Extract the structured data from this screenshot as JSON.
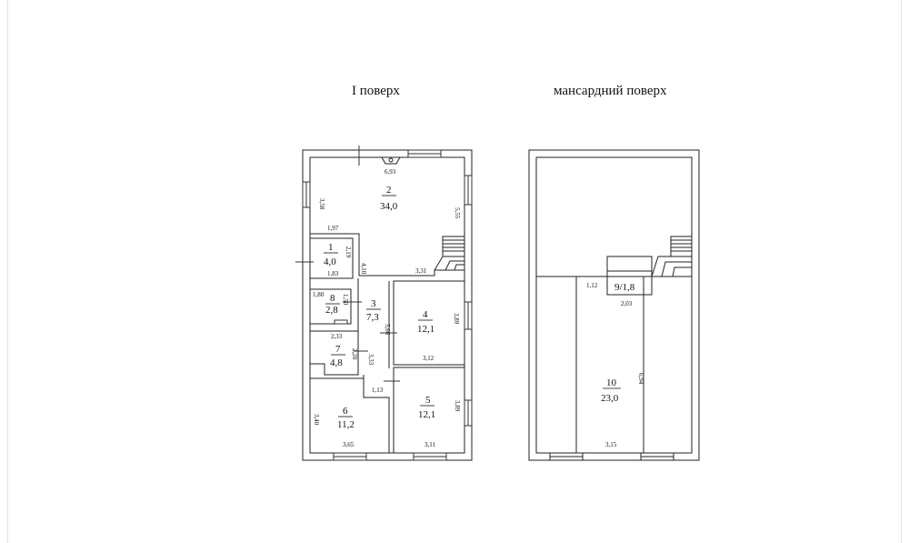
{
  "titles": {
    "floor1": "І поверх",
    "attic": "мансардний поверх"
  },
  "floor1": {
    "rooms": [
      {
        "number": "2",
        "area": "34,0"
      },
      {
        "number": "1",
        "area": "4,0"
      },
      {
        "number": "3",
        "area": "7,3"
      },
      {
        "number": "4",
        "area": "12,1"
      },
      {
        "number": "8",
        "area": "2,8"
      },
      {
        "number": "7",
        "area": "4,8"
      },
      {
        "number": "6",
        "area": "11,2"
      },
      {
        "number": "5",
        "area": "12,1"
      }
    ],
    "dims": {
      "d693": "6,93",
      "d358": "3,58",
      "d555": "5,55",
      "d197": "1,97",
      "d219": "2,19",
      "d410": "4,10",
      "d183": "1,83",
      "d331": "3,31",
      "d180": "1,80",
      "d150": "1,50",
      "d566": "5,66",
      "d389": "3,89",
      "d233": "2,33",
      "d220": "2,20",
      "d333": "3,33",
      "d312": "3,12",
      "d113": "1,13",
      "d340": "3,40",
      "d389b": "3,89",
      "d365": "3,65",
      "d311": "3,11"
    }
  },
  "attic": {
    "rooms": [
      {
        "number": "9/1,8"
      },
      {
        "number": "10",
        "area": "23,0"
      }
    ],
    "dims": {
      "d112": "1,12",
      "d203": "2,03",
      "d694": "6,94",
      "d315": "3,15"
    }
  }
}
